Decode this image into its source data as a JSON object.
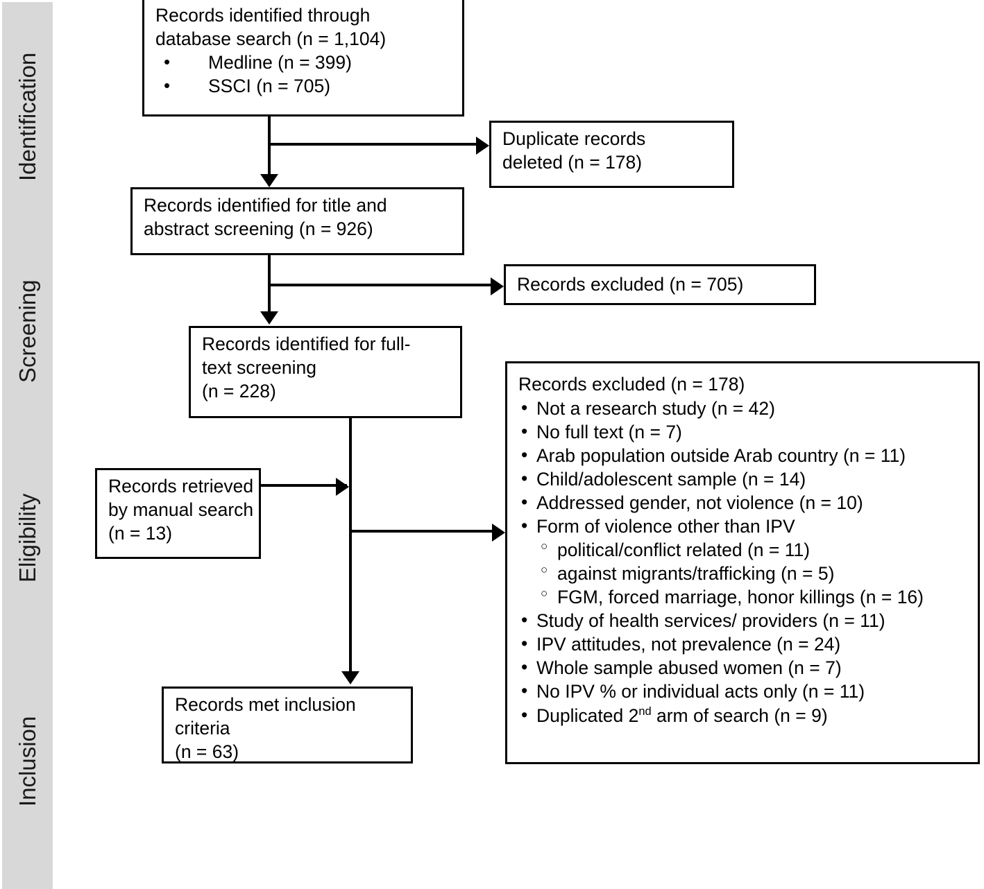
{
  "diagram": {
    "type": "prisma-flow-diagram",
    "stages": [
      {
        "id": "identification",
        "label": "Identification"
      },
      {
        "id": "screening",
        "label": "Screening"
      },
      {
        "id": "eligibility",
        "label": "Eligibility"
      },
      {
        "id": "inclusion",
        "label": "Inclusion"
      }
    ],
    "colors": {
      "stage_rail_background": "#d8d8d8",
      "box_border": "#000000",
      "box_background": "#ffffff",
      "text": "#000000"
    },
    "nodes": {
      "database_search": {
        "line1": "Records identified through",
        "line2": "database search (n = 1,104)",
        "bullets": [
          "Medline (n = 399)",
          "SSCI (n = 705)"
        ]
      },
      "duplicates_deleted": {
        "line1": "Duplicate records",
        "line2": "deleted (n = 178)"
      },
      "title_abstract_screening": {
        "line1": "Records identified for title and",
        "line2": "abstract screening (n = 926)"
      },
      "records_excluded_705": {
        "line1": "Records excluded (n = 705)"
      },
      "fulltext_screening": {
        "line1": "Records identified for full-",
        "line2": "text screening",
        "line3": "(n = 228)"
      },
      "manual_search": {
        "line1": "Records retrieved",
        "line2": "by manual search",
        "line3": "(n = 13)"
      },
      "records_excluded_178": {
        "heading": "Records excluded (n = 178)",
        "reasons": [
          {
            "level": 1,
            "text": "Not a research study (n = 42)"
          },
          {
            "level": 1,
            "text": "No full text (n = 7)"
          },
          {
            "level": 1,
            "text": "Arab population outside Arab country (n = 11)"
          },
          {
            "level": 1,
            "text": "Child/adolescent sample (n = 14)"
          },
          {
            "level": 1,
            "text": "Addressed gender, not violence (n = 10)"
          },
          {
            "level": 1,
            "text": "Form of violence other than IPV"
          },
          {
            "level": 2,
            "text": "political/conflict related (n = 11)"
          },
          {
            "level": 2,
            "text": "against migrants/trafficking (n = 5)"
          },
          {
            "level": 2,
            "text": "FGM, forced marriage, honor killings (n = 16)"
          },
          {
            "level": 1,
            "text": "Study of health services/ providers (n = 11)"
          },
          {
            "level": 1,
            "text": "IPV attitudes, not prevalence (n = 24)"
          },
          {
            "level": 1,
            "text": "Whole sample abused women (n = 7)"
          },
          {
            "level": 1,
            "text": "No IPV % or individual acts only (n = 11)"
          },
          {
            "level": 1,
            "text": "Duplicated 2nd arm of search (n = 9)",
            "superscript_part": "nd",
            "text_before_sup": "Duplicated 2",
            "text_after_sup": " arm of search (n = 9)"
          }
        ]
      },
      "met_inclusion_criteria": {
        "line1": "Records met inclusion",
        "line2": "criteria",
        "line3": "(n = 63)"
      }
    }
  }
}
